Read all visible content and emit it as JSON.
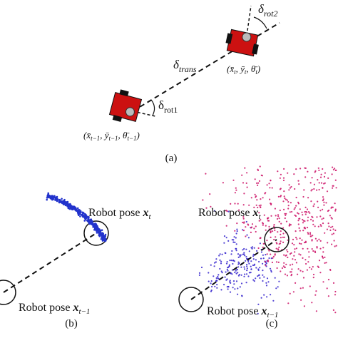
{
  "panel_a": {
    "caption": "(a)",
    "delta_trans": "δtrans",
    "delta_rot1": "δrot1",
    "delta_rot2": "δrot2",
    "pose_prev": "(x̄t−1, ȳt−1, θ̄t−1)",
    "pose_curr": "(x̄t, ȳt, θ̄t)",
    "robot_color": "#cc1111"
  },
  "panel_b": {
    "caption": "(b)",
    "label_top": "Robot pose xt",
    "label_bottom": "Robot pose xt−1",
    "particle_color": "#2233cc"
  },
  "panel_c": {
    "caption": "(c)",
    "label_top": "Robot pose xt",
    "label_bottom": "Robot pose xt−1",
    "particle_color_near": "#3322cc",
    "particle_color_far": "#cc1166"
  }
}
